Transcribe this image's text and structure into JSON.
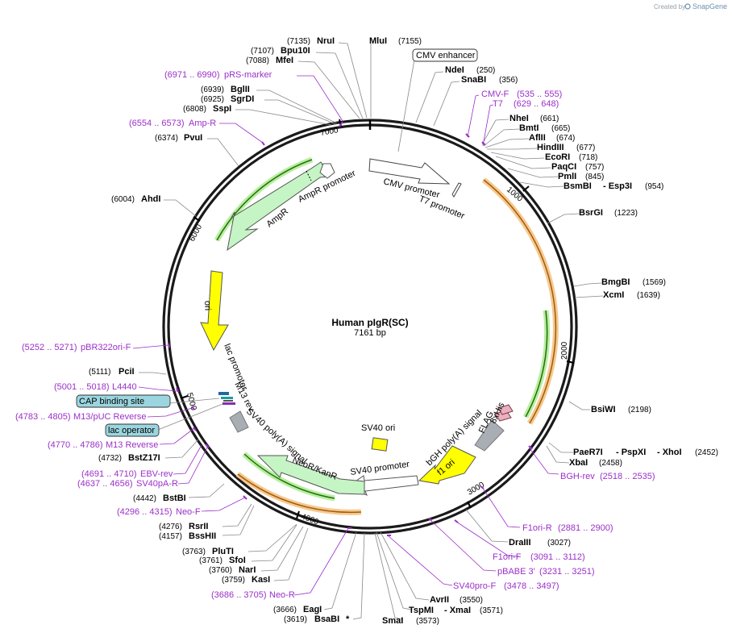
{
  "credit": {
    "prefix": "Created by",
    "brand": "SnapGene"
  },
  "plasmid": {
    "name": "Human pIgR(SC)",
    "size_label": "7161 bp"
  },
  "ticks": [
    "1000",
    "2000",
    "3000",
    "4000",
    "5000",
    "6000",
    "7000"
  ],
  "features": [
    {
      "label": "CMV promoter"
    },
    {
      "label": "T7 promoter"
    },
    {
      "label": "FLAG"
    },
    {
      "label": "8xHis"
    },
    {
      "label": "bGH poly(A) signal"
    },
    {
      "label": "f1 ori"
    },
    {
      "label": "SV40 promoter"
    },
    {
      "label": "NeoR/KanR"
    },
    {
      "label": "SV40 poly(A) signal"
    },
    {
      "label": "M13 rev"
    },
    {
      "label": "lac promoter"
    },
    {
      "label": "ori"
    },
    {
      "label": "AmpR"
    },
    {
      "label": "AmpR promoter"
    },
    {
      "label": "SV40 ori"
    }
  ],
  "boxed": [
    {
      "label": "CMV enhancer"
    },
    {
      "label": "CAP binding site"
    },
    {
      "label": "lac operator"
    }
  ],
  "sites": [
    {
      "name": "NruI",
      "pos": "(7135)"
    },
    {
      "name": "MluI",
      "pos": "(7155)"
    },
    {
      "name": "Bpu10I",
      "pos": "(7107)"
    },
    {
      "name": "MfeI",
      "pos": "(7088)"
    },
    {
      "name": "NdeI",
      "pos": "(250)"
    },
    {
      "name": "SnaBI",
      "pos": "(356)"
    },
    {
      "name": "BglII",
      "pos": "(6939)"
    },
    {
      "name": "SgrDI",
      "pos": "(6925)"
    },
    {
      "name": "SspI",
      "pos": "(6808)"
    },
    {
      "name": "NheI",
      "pos": "(661)"
    },
    {
      "name": "BmtI",
      "pos": "(665)"
    },
    {
      "name": "AflII",
      "pos": "(674)"
    },
    {
      "name": "HindIII",
      "pos": "(677)"
    },
    {
      "name": "EcoRI",
      "pos": "(718)"
    },
    {
      "name": "PaqCI",
      "pos": "(757)"
    },
    {
      "name": "PmlI",
      "pos": "(845)"
    },
    {
      "name": "BsmBI",
      "pos": ""
    },
    {
      "name": "- Esp3I",
      "pos": "(954)"
    },
    {
      "name": "PvuI",
      "pos": "(6374)"
    },
    {
      "name": "BsrGI",
      "pos": "(1223)"
    },
    {
      "name": "AhdI",
      "pos": "(6004)"
    },
    {
      "name": "BmgBI",
      "pos": "(1569)"
    },
    {
      "name": "XcmI",
      "pos": "(1639)"
    },
    {
      "name": "PciI",
      "pos": "(5111)"
    },
    {
      "name": "BsiWI",
      "pos": "(2198)"
    },
    {
      "name": "PaeR7I",
      "pos": ""
    },
    {
      "name": "- PspXI",
      "pos": ""
    },
    {
      "name": "- XhoI",
      "pos": "(2452)"
    },
    {
      "name": "XbaI",
      "pos": "(2458)"
    },
    {
      "name": "BstZ17I",
      "pos": "(4732)"
    },
    {
      "name": "BstBI",
      "pos": "(4442)"
    },
    {
      "name": "RsrII",
      "pos": "(4276)"
    },
    {
      "name": "BssHII",
      "pos": "(4157)"
    },
    {
      "name": "DraIII",
      "pos": "(3027)"
    },
    {
      "name": "PluTI",
      "pos": "(3763)"
    },
    {
      "name": "SfoI",
      "pos": "(3761)"
    },
    {
      "name": "NarI",
      "pos": "(3760)"
    },
    {
      "name": "KasI",
      "pos": "(3759)"
    },
    {
      "name": "AvrII",
      "pos": "(3550)"
    },
    {
      "name": "TspMI",
      "pos": ""
    },
    {
      "name": "- XmaI",
      "pos": "(3571)"
    },
    {
      "name": "EagI",
      "pos": "(3666)"
    },
    {
      "name": "BsaBI",
      "pos": "(3619)"
    },
    {
      "name": "*",
      "pos": ""
    },
    {
      "name": "SmaI",
      "pos": "(3573)"
    }
  ],
  "primers": [
    {
      "name": "pRS-marker",
      "range": "(6971 .. 6990)"
    },
    {
      "name": "Amp-R",
      "range": "(6554 .. 6573)"
    },
    {
      "name": "CMV-F",
      "range": "(535 .. 555)"
    },
    {
      "name": "T7",
      "range": "(629 .. 648)"
    },
    {
      "name": "pBR322ori-F",
      "range": "(5252 .. 5271)"
    },
    {
      "name": "L4440",
      "range": "(5001 .. 5018)"
    },
    {
      "name": "M13/pUC Reverse",
      "range": "(4783 .. 4805)"
    },
    {
      "name": "M13 Reverse",
      "range": "(4770 .. 4786)"
    },
    {
      "name": "EBV-rev",
      "range": "(4691 .. 4710)"
    },
    {
      "name": "SV40pA-R",
      "range": "(4637 .. 4656)"
    },
    {
      "name": "Neo-F",
      "range": "(4296 .. 4315)"
    },
    {
      "name": "Neo-R",
      "range": "(3686 .. 3705)"
    },
    {
      "name": "BGH-rev",
      "range": "(2518 .. 2535)"
    },
    {
      "name": "F1ori-R",
      "range": "(2881 .. 2900)"
    },
    {
      "name": "F1ori-F",
      "range": "(3091 .. 3112)"
    },
    {
      "name": "pBABE 3'",
      "range": "(3231 .. 3251)"
    },
    {
      "name": "SV40pro-F",
      "range": "(3478 .. 3497)"
    }
  ]
}
